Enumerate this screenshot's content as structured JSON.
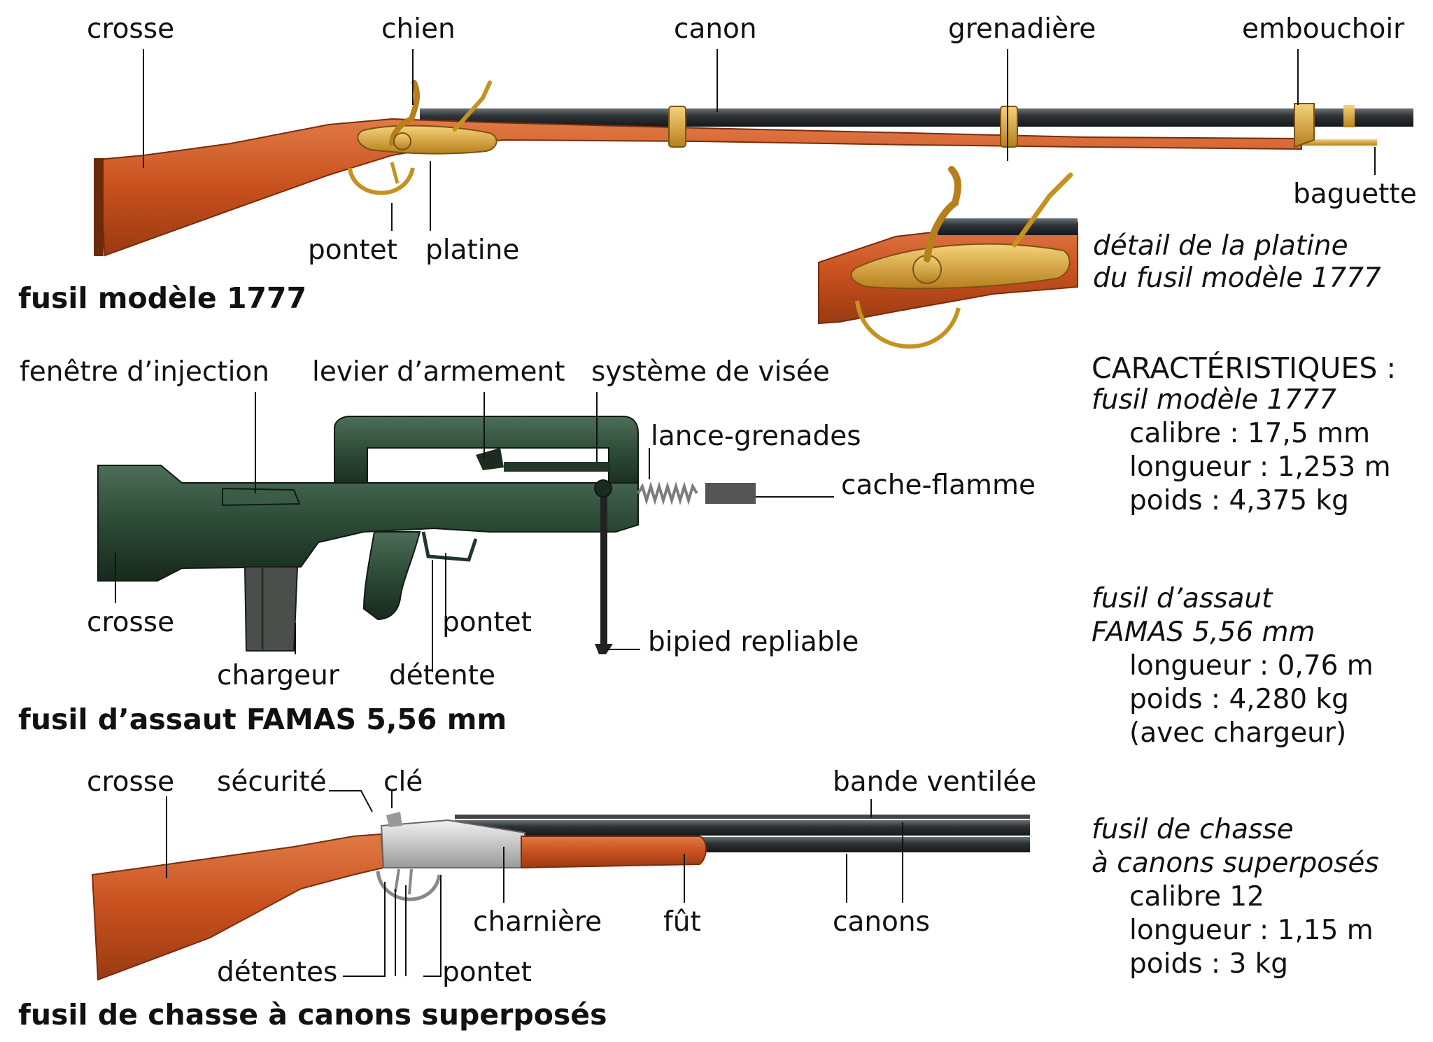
{
  "musket": {
    "title": "fusil modèle 1777",
    "labels": {
      "crosse": "crosse",
      "chien": "chien",
      "canon": "canon",
      "grenadiere": "grenadière",
      "embouchoir": "embouchoir",
      "baguette": "baguette",
      "pontet": "pontet",
      "platine": "platine"
    },
    "detail_line1": "détail de la platine",
    "detail_line2": "du fusil modèle 1777"
  },
  "famas": {
    "title": "fusil d’assaut FAMAS 5,56 mm",
    "labels": {
      "fenetre": "fenêtre d’injection",
      "levier": "levier d’armement",
      "visee": "système de visée",
      "lance": "lance-grenades",
      "cache": "cache-flamme",
      "crosse": "crosse",
      "pontet": "pontet",
      "bipied": "bipied repliable",
      "chargeur": "chargeur",
      "detente": "détente"
    }
  },
  "shotgun": {
    "title": "fusil de chasse à canons superposés",
    "labels": {
      "crosse": "crosse",
      "securite": "sécurité",
      "cle": "clé",
      "bande": "bande ventilée",
      "charniere": "charnière",
      "fut": "fût",
      "canons": "canons",
      "detentes": "détentes",
      "pontet": "pontet"
    }
  },
  "specs": {
    "heading": "CARACTÉRISTIQUES :",
    "musket": {
      "name": "fusil modèle 1777",
      "calibre": "calibre : 17,5 mm",
      "longueur": "longueur : 1,253 m",
      "poids": "poids : 4,375 kg"
    },
    "famas": {
      "name1": "fusil d’assaut",
      "name2": "FAMAS 5,56 mm",
      "longueur": "longueur : 0,76 m",
      "poids": "poids : 4,280 kg",
      "note": "(avec chargeur)"
    },
    "shotgun": {
      "name1": "fusil de chasse",
      "name2": "à canons superposés",
      "calibre": "calibre 12",
      "longueur": "longueur : 1,15 m",
      "poids": "poids : 3 kg"
    }
  },
  "colors": {
    "wood": "#c8501e",
    "wood_dark": "#8e3410",
    "brass": "#d9a53a",
    "barrel": "#2f3438",
    "famas": "#2c4a36",
    "line": "#111111"
  }
}
